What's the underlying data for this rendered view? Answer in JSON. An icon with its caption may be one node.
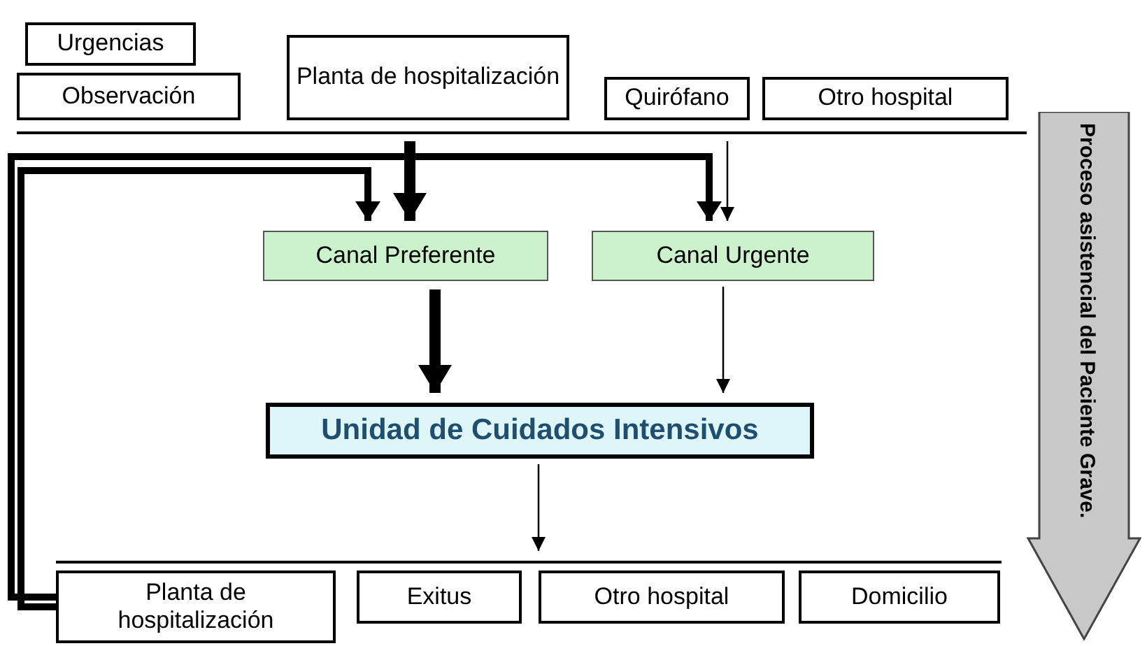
{
  "diagram": {
    "nodes": [
      {
        "text": [
          "Urgencias"
        ]
      },
      {
        "text": [
          "Observación"
        ]
      },
      {
        "text": [
          "Planta de hospitalización"
        ]
      },
      {
        "text": [
          "Quirófano"
        ]
      },
      {
        "text": [
          "Otro hospital"
        ]
      },
      {
        "text": [
          "Canal Preferente"
        ]
      },
      {
        "text": [
          "Canal Urgente"
        ]
      },
      {
        "text": [
          "Unidad de Cuidados Intensivos"
        ]
      },
      {
        "text": [
          "Planta de hospitalización"
        ]
      },
      {
        "text": [
          "Exitus"
        ]
      },
      {
        "text": [
          "Otro hospital"
        ]
      },
      {
        "text": [
          "Domicilio"
        ]
      },
      {
        "text": [
          "Proceso asistencial del Paciente Grave."
        ]
      },
      {
        "text": [],
        "shape": "bar"
      },
      {
        "text": [],
        "shape": "bar"
      }
    ],
    "edges": [
      {
        "from": 13,
        "to": 5,
        "arrow": "to"
      },
      {
        "from": 8,
        "to": 5,
        "arrow": "to"
      },
      {
        "from": 8,
        "to": 6,
        "arrow": "to"
      },
      {
        "from": 13,
        "to": 6,
        "arrow": "to"
      },
      {
        "from": 5,
        "to": 7,
        "arrow": "to"
      },
      {
        "from": 6,
        "to": 7,
        "arrow": "to"
      },
      {
        "from": 7,
        "to": 14,
        "arrow": "to"
      }
    ]
  }
}
